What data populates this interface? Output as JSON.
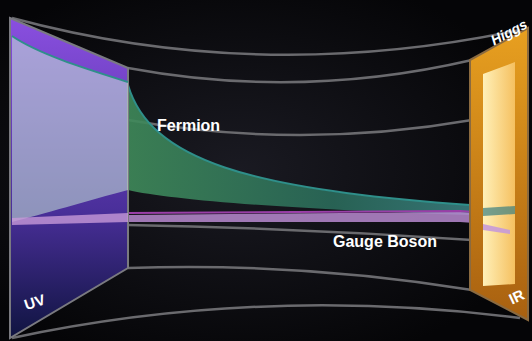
{
  "diagram": {
    "nodes": [
      {
        "text": [
          "UV"
        ]
      },
      {
        "text": [
          "Higgs",
          "IR"
        ]
      }
    ],
    "labels": [
      "Fermion",
      "Gauge Boson"
    ]
  }
}
